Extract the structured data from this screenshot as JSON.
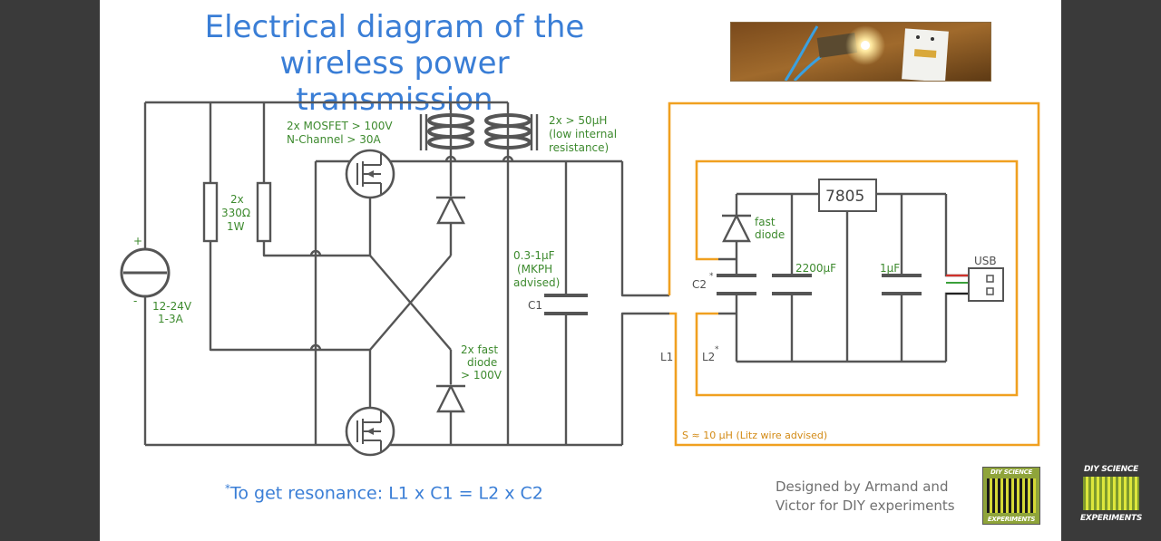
{
  "title": {
    "line1": "Electrical diagram of the",
    "line2": "wireless power transmission"
  },
  "colors": {
    "title": "#3a7ed6",
    "wire": "#555555",
    "component_label": "#3d8a2e",
    "receiver_frame": "#f0a020",
    "slide_background": "#ffffff",
    "outer_background": "#3a3a3a"
  },
  "labels": {
    "mosfet_line1": "2x MOSFET > 100V",
    "mosfet_line2": "N-Channel > 30A",
    "inductor_line1": "2x > 50µH",
    "inductor_line2": "(low internal",
    "inductor_line3": "resistance)",
    "resistor_line1": "2x",
    "resistor_line2": "330Ω",
    "resistor_line3": "1W",
    "source_line1": "12-24V",
    "source_line2": "1-3A",
    "source_plus": "+",
    "source_minus": "-",
    "cap_line1": "0.3-1µF",
    "cap_line2": "(MKPH",
    "cap_line3": "advised)",
    "c1": "C1",
    "fast_diode_line1": "2x fast",
    "fast_diode_line2": "diode",
    "fast_diode_line3": "> 100V",
    "l1": "L1",
    "l2": "L2",
    "c2": "C2",
    "star": "*",
    "rx_diode_line1": "fast",
    "rx_diode_line2": "diode",
    "regulator": "7805",
    "cap_2200": "2200µF",
    "cap_1u": "1µF",
    "usb": "USB",
    "coil_note": "S ≈ 10 µH (Litz wire advised)"
  },
  "footnote": {
    "star": "*",
    "text": "To get resonance: L1 x C1 = L2 x C2"
  },
  "credit": {
    "line1": "Designed by Armand and",
    "line2": "Victor for DIY experiments"
  },
  "logo": {
    "top": "DIY SCIENCE",
    "bottom": "EXPERIMENTS"
  },
  "icons": {
    "photo": "circuit-photo",
    "logo": "diy-science-logo"
  }
}
